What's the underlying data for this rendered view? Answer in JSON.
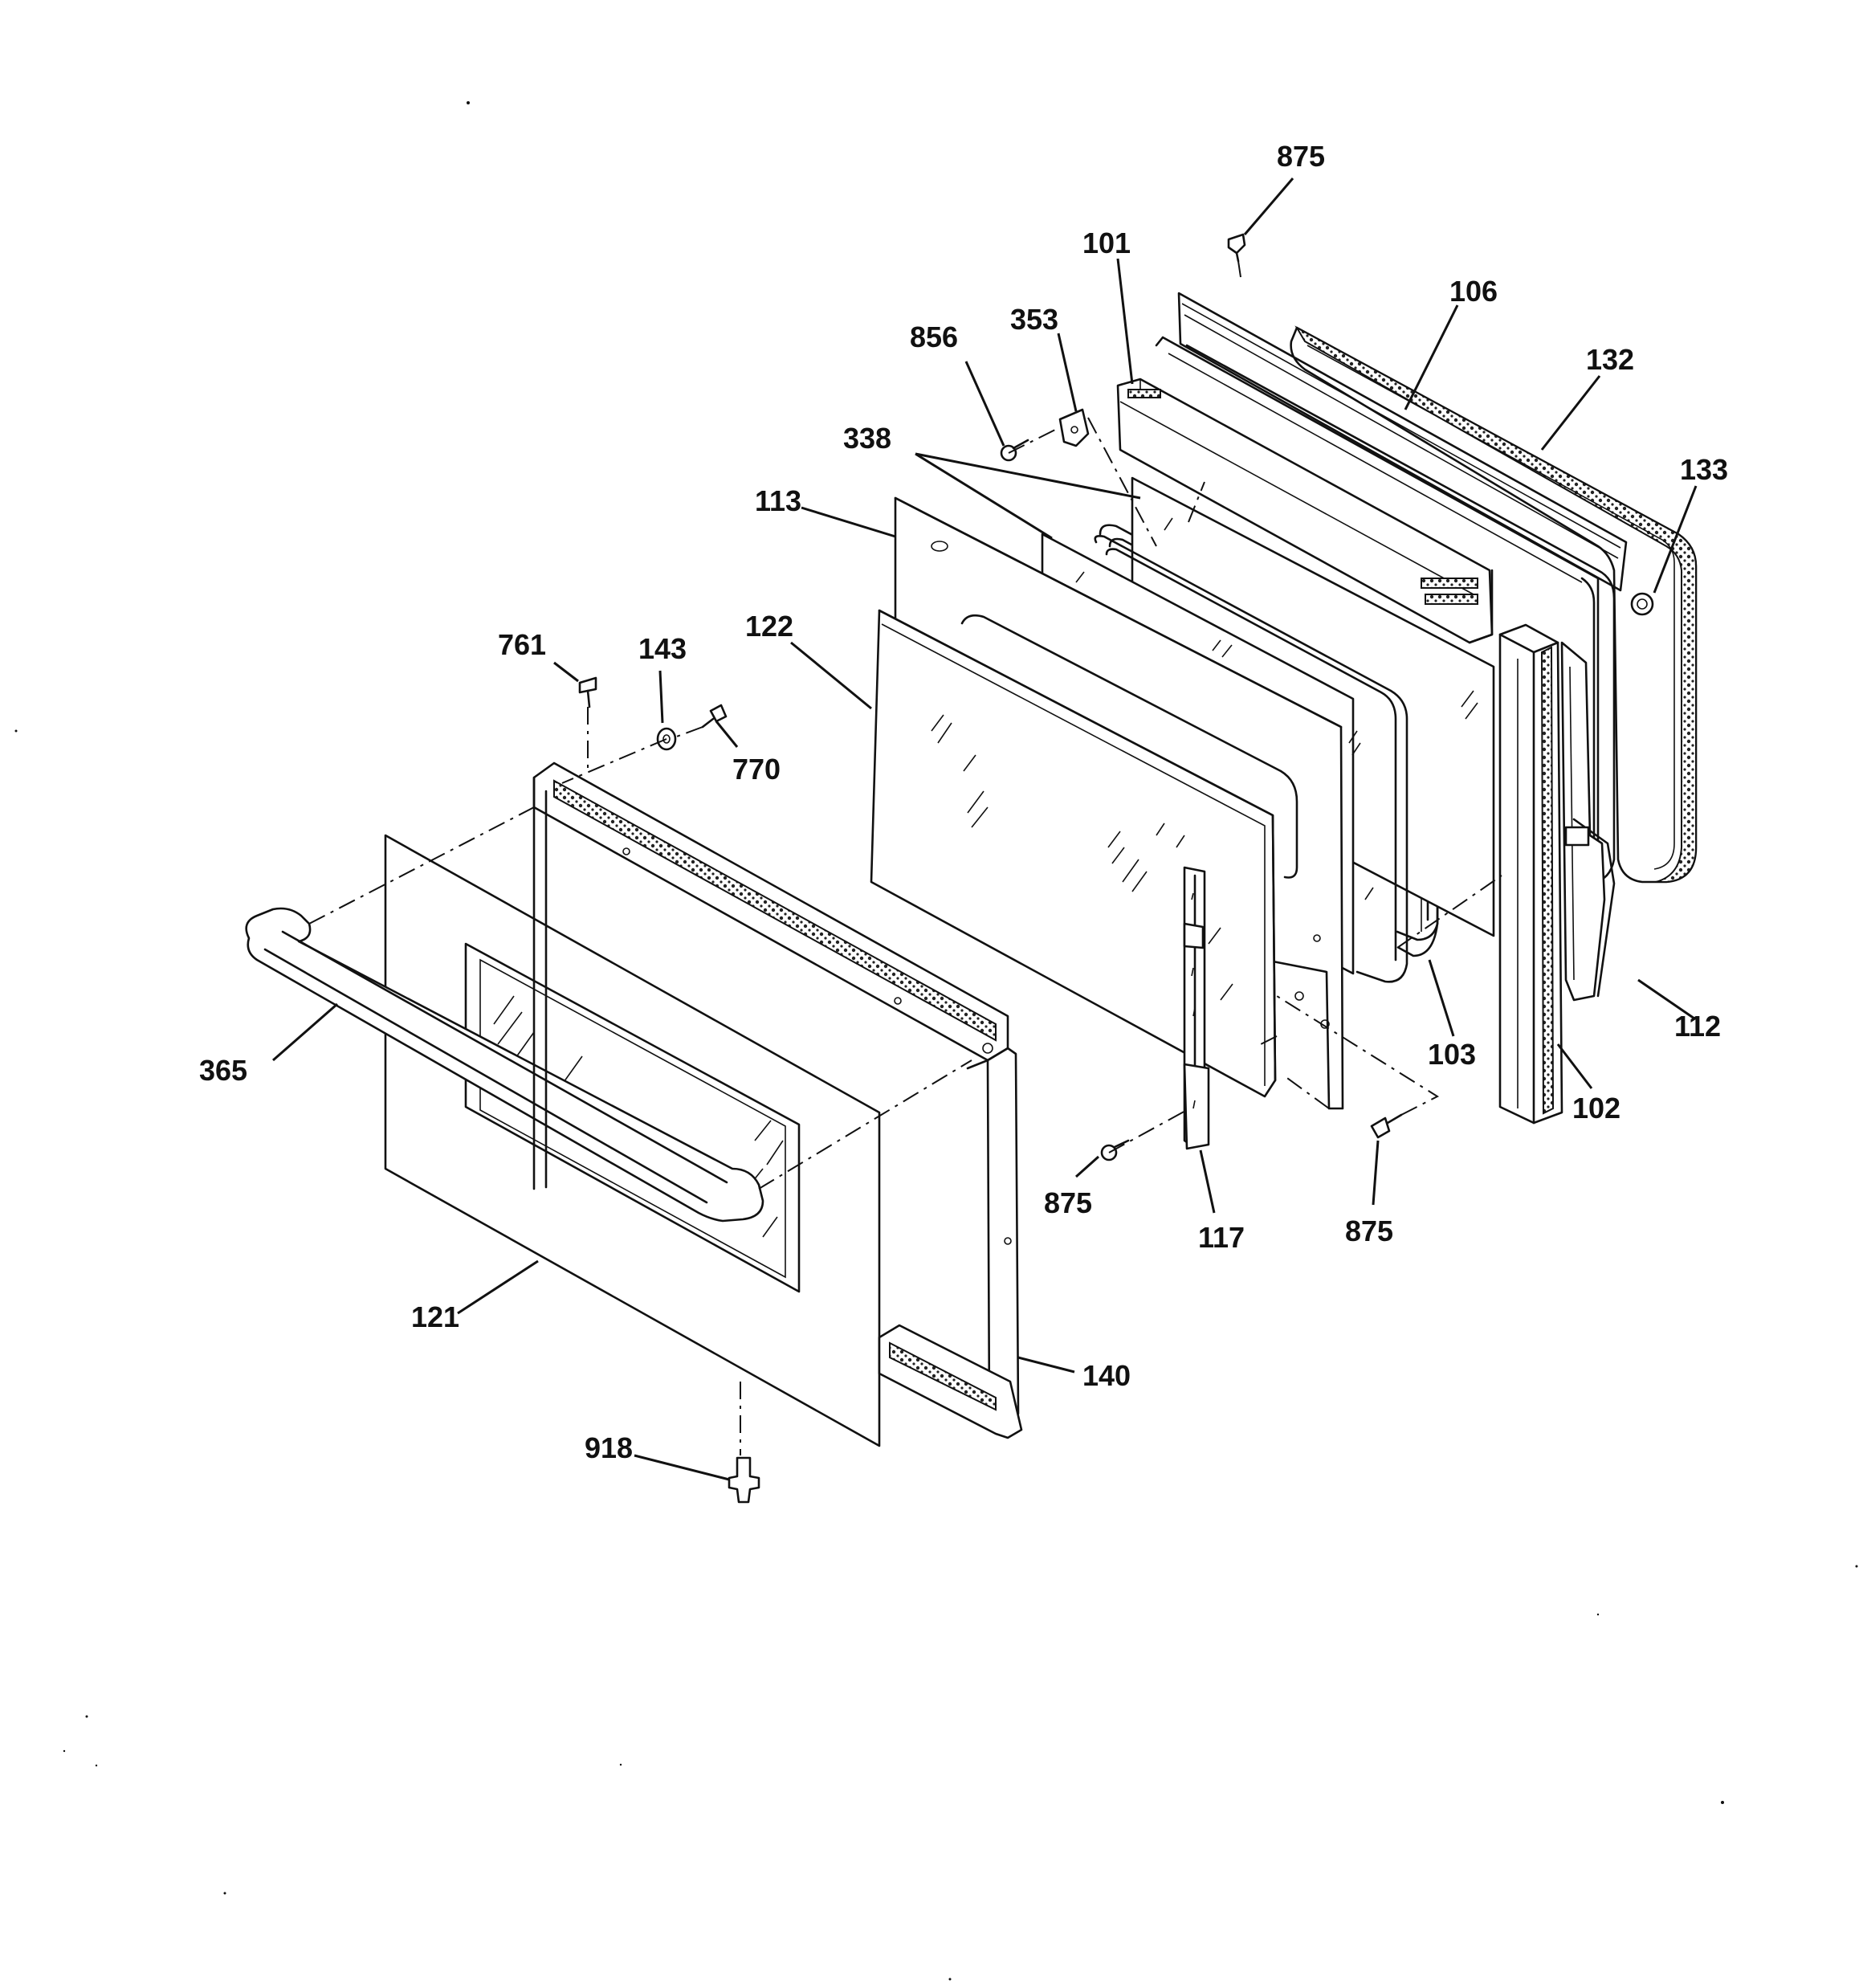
{
  "diagram": {
    "labels": {
      "p875_top": "875",
      "p101": "101",
      "p106": "106",
      "p132": "132",
      "p353": "353",
      "p856": "856",
      "p133": "133",
      "p338": "338",
      "p113": "113",
      "p122": "122",
      "p761": "761",
      "p143": "143",
      "p770": "770",
      "p365": "365",
      "p112": "112",
      "p103": "103",
      "p102": "102",
      "p875_mid": "875",
      "p117": "117",
      "p875_right": "875",
      "p121": "121",
      "p140": "140",
      "p918": "918"
    }
  }
}
